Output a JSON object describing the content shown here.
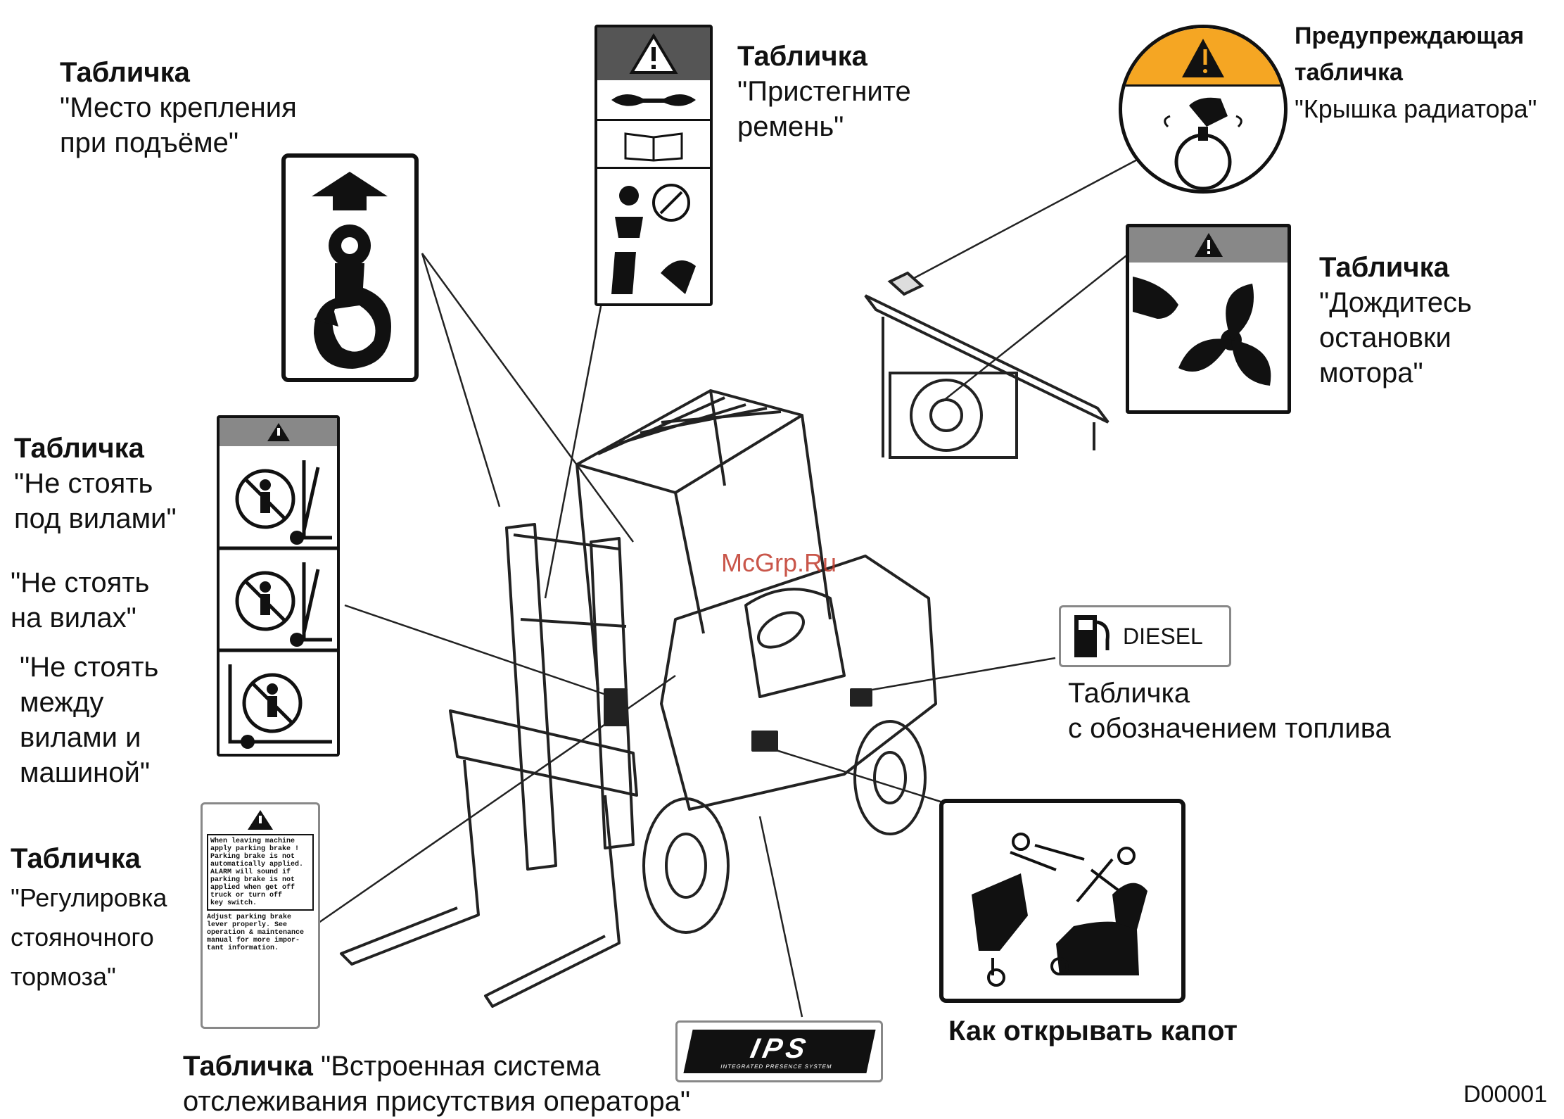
{
  "watermark": "McGrp.Ru",
  "doc_code": "D00001",
  "labels": {
    "lift_point": {
      "title": "Табличка",
      "lines": [
        "\"Место крепления",
        "при подъёме\""
      ]
    },
    "seat_belt": {
      "title": "Табличка",
      "lines": [
        "\"Пристегните",
        "ремень\""
      ]
    },
    "radiator": {
      "title1": "Предупреждающая",
      "title2": "табличка",
      "lines": [
        "\"Крышка радиатора\""
      ]
    },
    "fan": {
      "title": "Табличка",
      "lines": [
        "\"Дождитесь",
        "остановки",
        "мотора\""
      ]
    },
    "forks": {
      "title": "Табличка",
      "lines": [
        "\"Не стоять",
        "под вилами\""
      ],
      "lines2": [
        "\"Не стоять",
        "на вилах\""
      ],
      "lines3": [
        "\"Не стоять",
        "между",
        "вилами и",
        "машиной\""
      ]
    },
    "fuel": {
      "lines": [
        "Табличка",
        "с обозначением топлива"
      ]
    },
    "parking": {
      "title": "Табличка",
      "lines": [
        "\"Регулировка",
        "стояночного",
        "тормоза\""
      ]
    },
    "hood": {
      "title": "Как открывать капот"
    },
    "ips": {
      "title": "Табличка",
      "line1": "\"Встроенная система",
      "line2": "отслеживания присутствия оператора\""
    }
  },
  "plates": {
    "diesel_text": "DIESEL",
    "ips_text": "IPS",
    "ips_sub": "INTEGRATED PRESENCE SYSTEM",
    "parking_text": [
      "When leaving machine",
      "apply parking brake !",
      "Parking brake is not",
      "automatically applied.",
      "ALARM will sound if",
      "parking brake is not",
      "applied when get off",
      "truck or turn off",
      "key switch.",
      "Adjust parking brake",
      "lever properly. See",
      "operation & maintenance",
      "manual for more impor-",
      "tant information."
    ]
  },
  "colors": {
    "accent": "#f5a623",
    "warn_bg": "#666666",
    "watermark": "#c0392b"
  }
}
